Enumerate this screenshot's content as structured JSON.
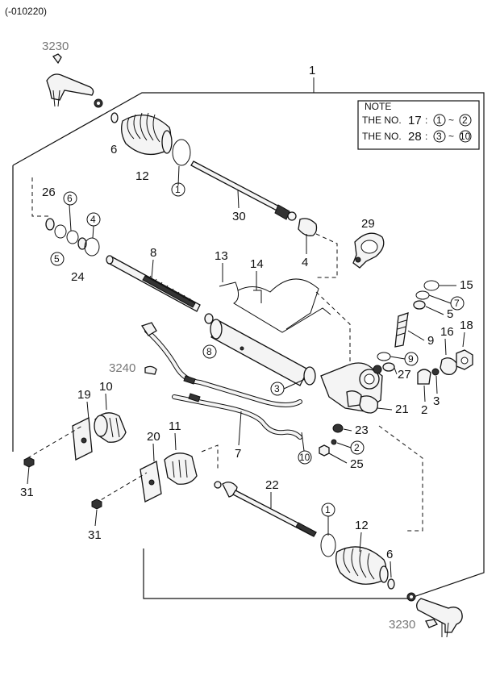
{
  "header": {
    "date_code": "(-010220)"
  },
  "note": {
    "title": "NOTE",
    "line1_prefix": "THE NO.",
    "line1_no": "17",
    "line1_colon": ":",
    "line1_a": "1",
    "line1_sep": "~",
    "line1_b": "2",
    "line2_prefix": "THE NO.",
    "line2_no": "28",
    "line2_colon": ":",
    "line2_a": "3",
    "line2_sep": "~",
    "line2_b": "10"
  },
  "labels": {
    "l3230_top": "3230",
    "l3230_bottom": "3230",
    "l3240": "3240",
    "l1": "1",
    "l2": "2",
    "l3": "3",
    "l4": "4",
    "l5": "5",
    "l6_top": "6",
    "l6_left": "6",
    "l6_bottom": "6",
    "l7": "7",
    "l8": "8",
    "l9": "9",
    "l10": "10",
    "l11": "11",
    "l12_top": "12",
    "l12_bottom": "12",
    "l13": "13",
    "l14": "14",
    "l15": "15",
    "l16": "16",
    "l18": "18",
    "l19": "19",
    "l20": "20",
    "l21": "21",
    "l22": "22",
    "l23": "23",
    "l24": "24",
    "l25": "25",
    "l26": "26",
    "l27": "27",
    "l29": "29",
    "l30": "30",
    "l31_left": "31",
    "l31_mid": "31",
    "l4_left": "4"
  },
  "circled": {
    "c1_top": "1",
    "c1_bottom": "1",
    "c2": "2",
    "c3": "3",
    "c4": "4",
    "c5": "5",
    "c6": "6",
    "c7": "7",
    "c8": "8",
    "c9": "9",
    "c10": "10"
  }
}
